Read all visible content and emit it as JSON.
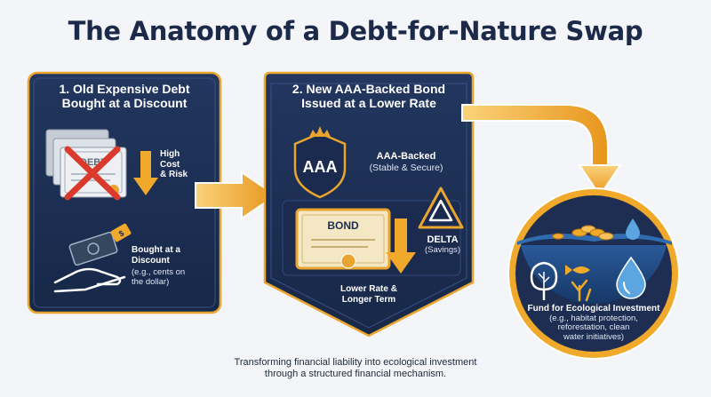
{
  "title": "The Anatomy of a Debt-for-Nature Swap",
  "panel1": {
    "heading_line1": "1. Old Expensive Debt",
    "heading_line2": "Bought at a Discount",
    "cert_text": "DEBT",
    "cost_line1": "High",
    "cost_line2": "Cost",
    "cost_line3": "& Risk",
    "discount_line1": "Bought at a",
    "discount_line2": "Discount",
    "discount_sub1": "(e.g., cents on",
    "discount_sub2": "the dollar)"
  },
  "panel2": {
    "heading_line1": "2. New AAA-Backed Bond",
    "heading_line2": "Issued at a Lower Rate",
    "shield_text": "AAA",
    "aaa_label": "AAA-Backed",
    "aaa_sub": "(Stable & Secure)",
    "bond_text": "BOND",
    "delta_label": "DELTA",
    "delta_sub": "(Savings)",
    "rate_line1": "Lower Rate &",
    "rate_line2": "Longer Term"
  },
  "fund": {
    "label": "Fund for Ecological Investment",
    "sub_line1": "(e.g., habitat protection,",
    "sub_line2": "reforestation, clean",
    "sub_line3": "water initiatives)"
  },
  "footer": {
    "line1": "Transforming financial liability into ecological investment",
    "line2": "through a structured financial mechanism."
  },
  "colors": {
    "navy": "#1d2e52",
    "navy_dark": "#152340",
    "gold": "#f0a92b",
    "gold_dark": "#d98a16",
    "cream": "#f4e7c4",
    "red": "#d93a2b",
    "title": "#1c2a4a"
  }
}
